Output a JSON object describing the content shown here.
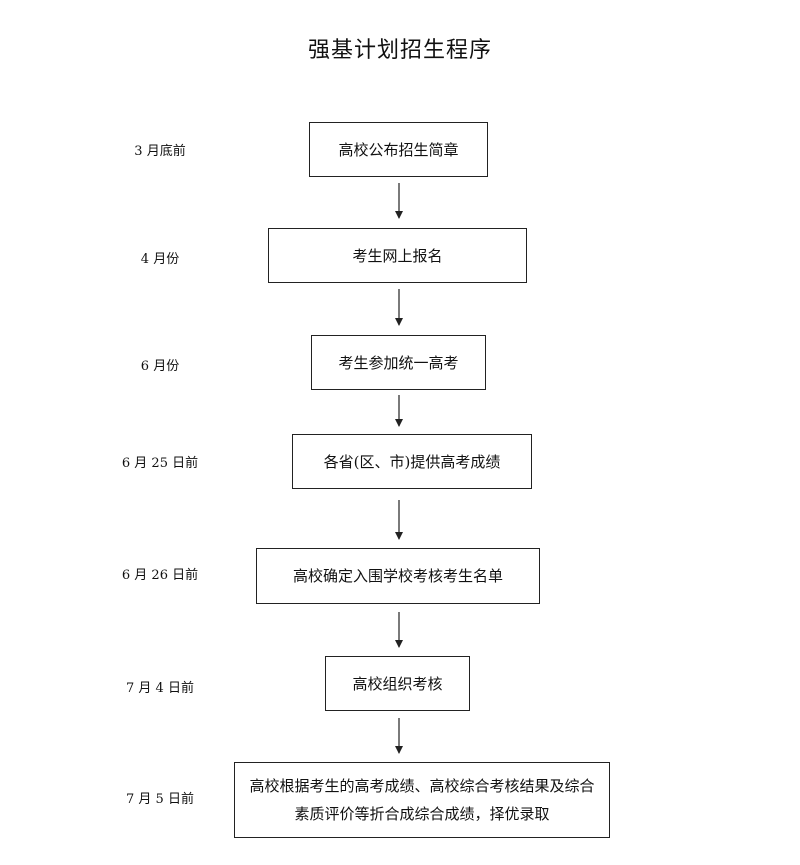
{
  "title": "强基计划招生程序",
  "steps": [
    {
      "date": "3 月底前",
      "text": "高校公布招生简章"
    },
    {
      "date": "4 月份",
      "text": "考生网上报名"
    },
    {
      "date": "6 月份",
      "text": "考生参加统一高考"
    },
    {
      "date": "6 月 25 日前",
      "text": "各省(区、市)提供高考成绩"
    },
    {
      "date": "6 月 26 日前",
      "text": "高校确定入围学校考核考生名单"
    },
    {
      "date": "7 月 4 日前",
      "text": "高校组织考核"
    },
    {
      "date": "7 月 5 日前",
      "text": "高校根据考生的高考成绩、高校综合考核结果及综合素质评价等折合成综合成绩，择优录取"
    }
  ]
}
